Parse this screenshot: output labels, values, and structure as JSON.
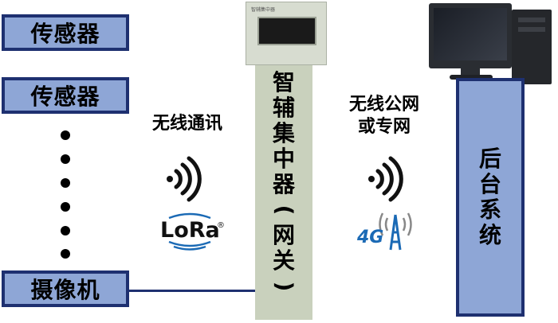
{
  "left_column": {
    "sensor_1": "传感器",
    "sensor_2": "传感器",
    "camera": "摄像机"
  },
  "link_wireless": {
    "label": "无线通讯",
    "protocol_logo": "LoRa",
    "registered_mark": "®",
    "icon": "wifi-signal-icon"
  },
  "gateway": {
    "label_chars": [
      "智",
      "辅",
      "集",
      "中",
      "器",
      "(",
      "网",
      "关",
      ")"
    ],
    "device_brand_text": "智辅集中器"
  },
  "link_network": {
    "label_line1": "无线公网",
    "label_line2": "或专网",
    "network_logo": "4G",
    "icon": "wifi-signal-icon"
  },
  "backend": {
    "label_chars": [
      "后",
      "台",
      "系",
      "统"
    ]
  },
  "colors": {
    "box_fill": "#8ea6d6",
    "box_border": "#1e3070",
    "lora_blue": "#1b6ab5",
    "gateway_fill": "#c9d1bd"
  }
}
